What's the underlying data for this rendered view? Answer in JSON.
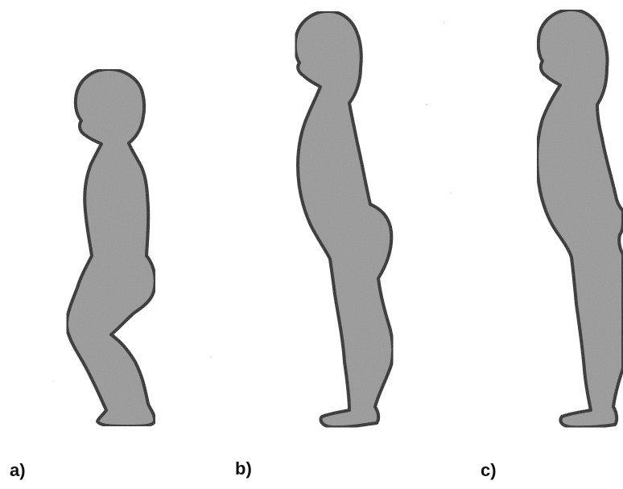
{
  "panels": [
    {
      "id": "a",
      "label": "a)"
    },
    {
      "id": "b",
      "label": "b)"
    },
    {
      "id": "c",
      "label": "c)"
    }
  ],
  "colors": {
    "background": "#ffffff",
    "silhouette_fill": "#9a9a9a",
    "silhouette_outline": "#1e1e1e",
    "label_text": "#111111"
  }
}
